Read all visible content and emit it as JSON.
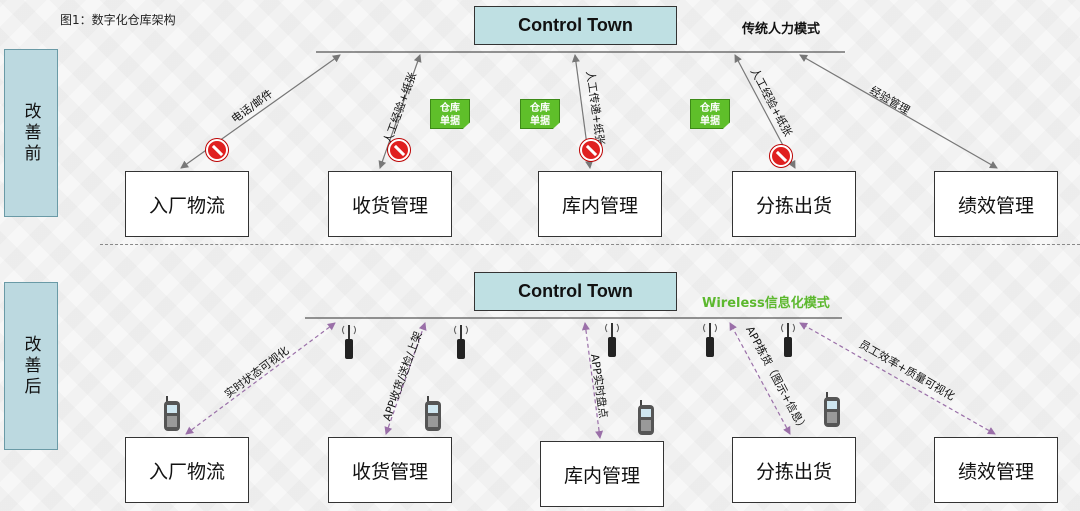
{
  "figure_title": "图1：数字化仓库架构",
  "before": {
    "side_label": "改善前",
    "control_tower": "Control Town",
    "mode": "传统人力模式",
    "mode_color": "#111111",
    "links": [
      "电话/邮件",
      "人工经验+纸张",
      "人工传递+纸张",
      "人工经验+纸张",
      "经验管理"
    ],
    "note_line1": "仓库",
    "note_line2": "单据",
    "departments": [
      "入厂物流",
      "收货管理",
      "库内管理",
      "分拣出货",
      "绩效管理"
    ]
  },
  "after": {
    "side_label": "改善后",
    "control_tower": "Control Town",
    "mode": "Wireless信息化模式",
    "mode_color": "#5cb82e",
    "links": [
      "实时状态可视化",
      "APP收货/送检/上架",
      "APP实时盘点",
      "APP拣货（图示+信息）",
      "员工效率+质量可视化"
    ],
    "departments": [
      "入厂物流",
      "收货管理",
      "库内管理",
      "分拣出货",
      "绩效管理"
    ]
  },
  "icons": {
    "no_entry": "no-entry-icon",
    "note": "document-note-icon",
    "antenna": "wireless-antenna-icon",
    "phone": "handheld-device-icon"
  },
  "colors": {
    "control_tower_fill": "#bfe0e3",
    "side_label_fill": "#bcd9e0",
    "before_arrow": "#777777",
    "after_arrow": "#9a6fa8"
  }
}
